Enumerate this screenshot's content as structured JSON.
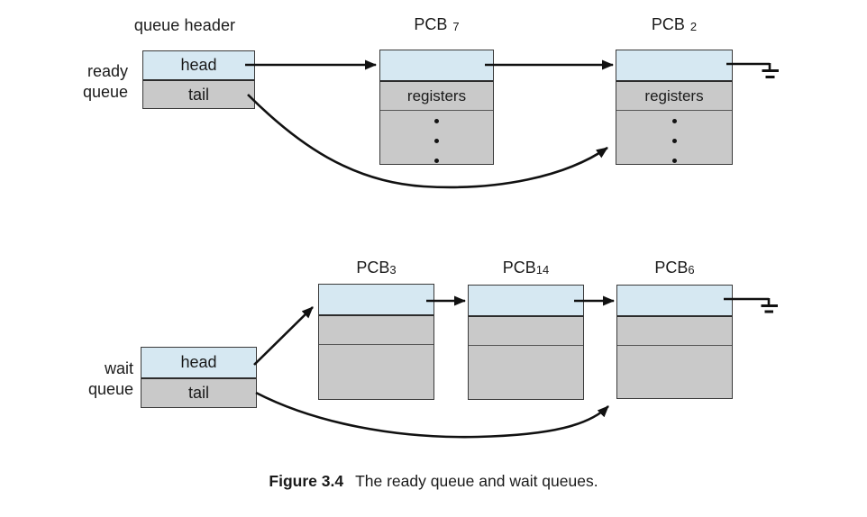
{
  "figure": {
    "caption_label": "Figure 3.4",
    "caption_text": "The ready queue and wait queues."
  },
  "ready_queue": {
    "header_title": "queue header",
    "side_label_line1": "ready",
    "side_label_line2": "queue",
    "head_label": "head",
    "tail_label": "tail",
    "pcb_a": {
      "name": "PCB",
      "subscript": "7",
      "field1": "registers"
    },
    "pcb_b": {
      "name": "PCB",
      "subscript": "2",
      "field1": "registers"
    }
  },
  "wait_queue": {
    "side_label_line1": "wait",
    "side_label_line2": "queue",
    "head_label": "head",
    "tail_label": "tail",
    "pcb_a": {
      "name": "PCB",
      "subscript": "3"
    },
    "pcb_b": {
      "name": "PCB",
      "subscript": "14"
    },
    "pcb_c": {
      "name": "PCB",
      "subscript": "6"
    }
  },
  "icons": {
    "null_pointer": "ground-null-symbol",
    "more_fields": "vertical-ellipsis"
  },
  "colors": {
    "pointer_row_fill": "#d6e8f2",
    "body_row_fill": "#c9c9c9",
    "box_border": "#3a3a3a",
    "arrow": "#111111",
    "text": "#1a1a1a",
    "background": "#ffffff"
  }
}
